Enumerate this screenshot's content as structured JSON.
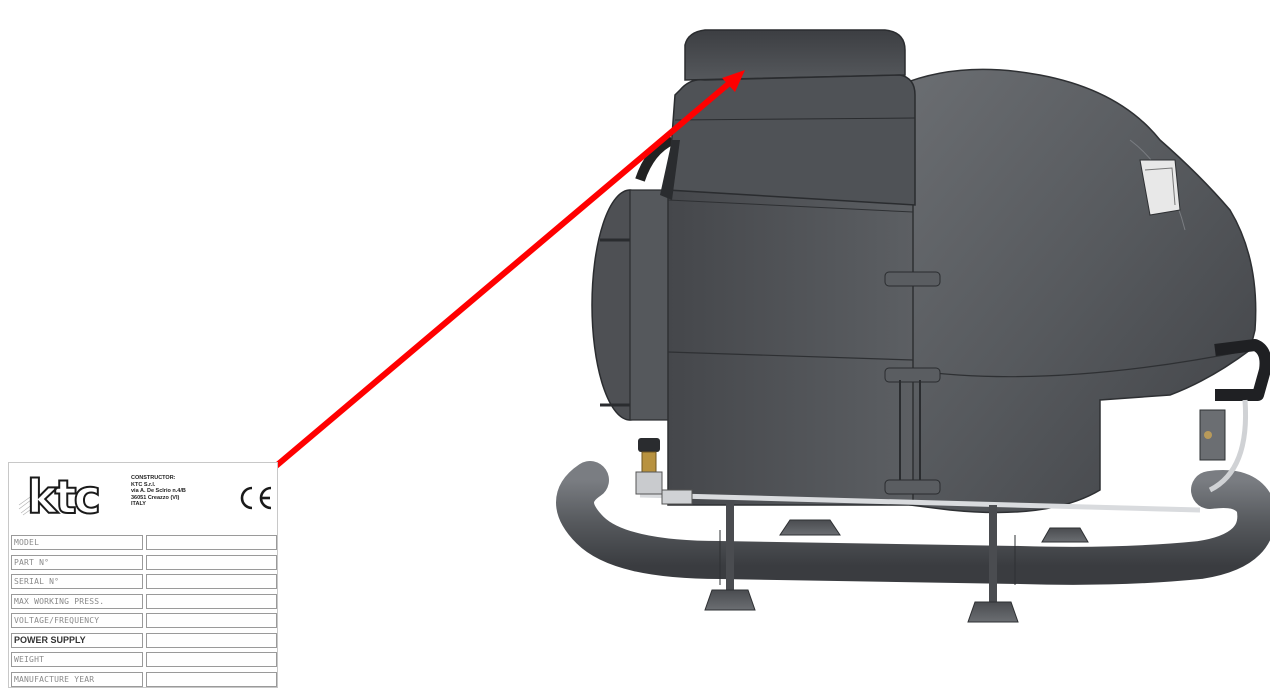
{
  "nameplate": {
    "logo_text": "ktc",
    "constructor_lines": [
      "CONSTRUCTOR:",
      "KTC S.r.l.",
      "via A. De Sclrio n.4/B",
      "36051 Creazzo (VI)",
      "ITALY"
    ],
    "ce_mark": "CE",
    "fields": [
      {
        "label": "MODEL",
        "value": "",
        "emphasis": false
      },
      {
        "label": "PART N°",
        "value": "",
        "emphasis": false
      },
      {
        "label": "SERIAL N°",
        "value": "",
        "emphasis": false
      },
      {
        "label": "MAX WORKING PRESS.",
        "value": "",
        "emphasis": false
      },
      {
        "label": "VOLTAGE/FREQUENCY",
        "value": "",
        "emphasis": false
      },
      {
        "label": "POWER SUPPLY",
        "value": "",
        "emphasis": true
      },
      {
        "label": "WEIGHT",
        "value": "",
        "emphasis": false
      },
      {
        "label": "MANUFACTURE YEAR",
        "value": "",
        "emphasis": false
      }
    ]
  },
  "colors": {
    "pointer_arrow": "#ff0000",
    "machine_body": "#5a5c60",
    "machine_dark": "#3a3c40",
    "machine_light": "#7d8085"
  },
  "icons": [
    "ktc-logo-icon",
    "ce-mark-icon",
    "pointer-arrow-icon"
  ]
}
